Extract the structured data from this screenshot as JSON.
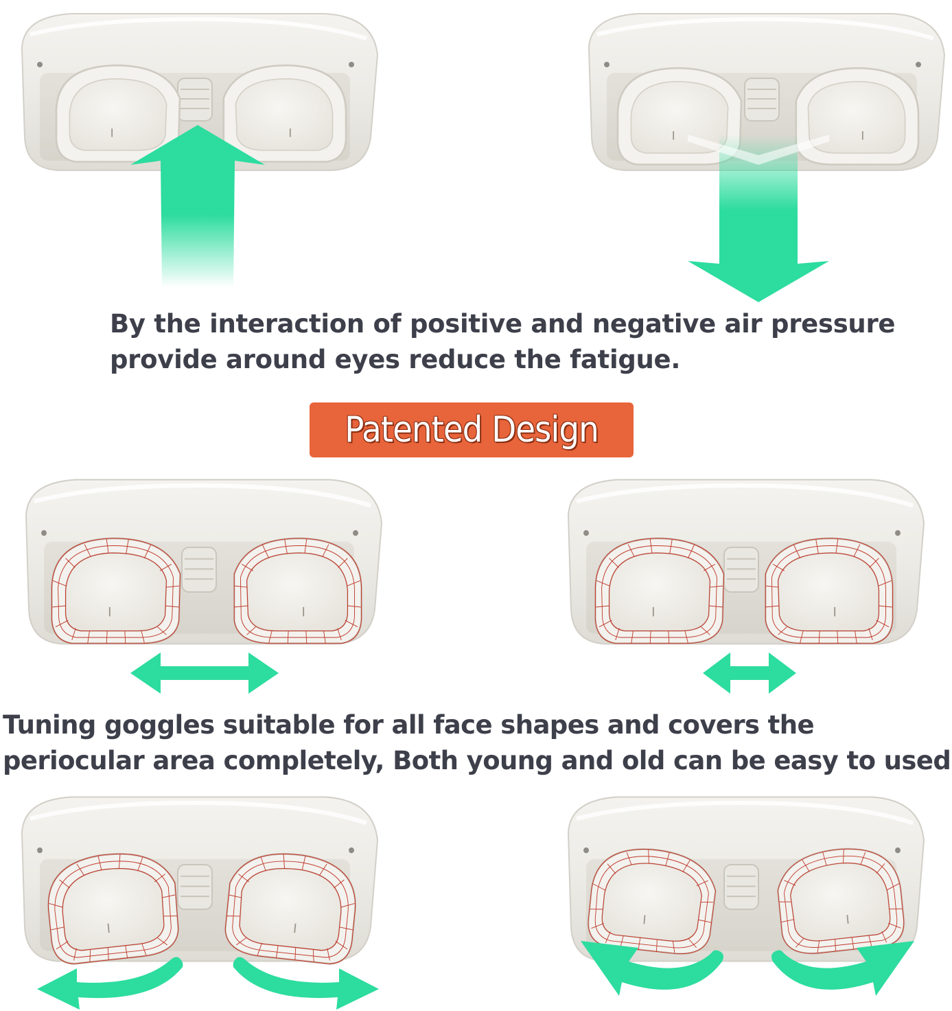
{
  "caption_top": {
    "line1": "By the interaction of positive and negative air pressure",
    "line2": "provide around eyes reduce the fatigue."
  },
  "badge": {
    "label": "Patented Design"
  },
  "caption_middle": {
    "line1": "Tuning goggles suitable for all face shapes and covers the",
    "line2": "periocular area completely, Both young and old can be easy to used."
  },
  "colors": {
    "arrow": "#2ddc9f",
    "badge": "#e8643a",
    "text": "#3d3f4a",
    "grid": "#c0392b"
  }
}
